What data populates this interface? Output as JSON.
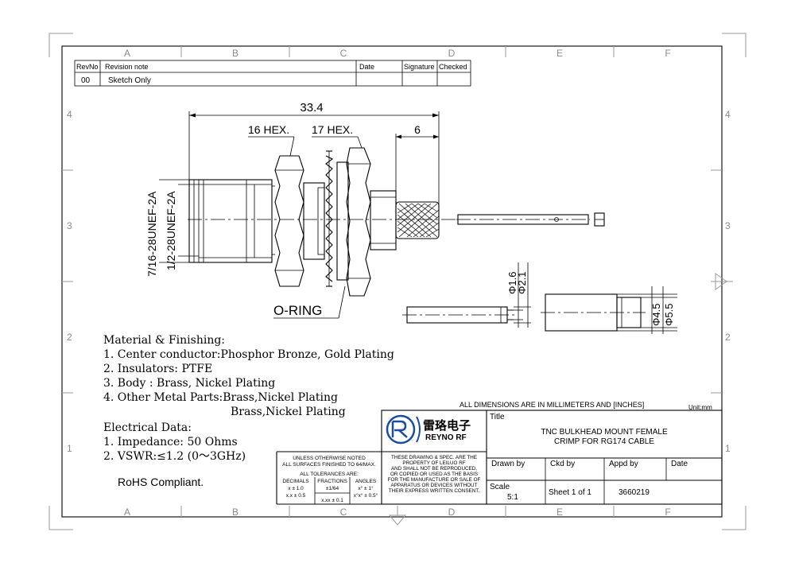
{
  "grid": {
    "columns": [
      "A",
      "B",
      "C",
      "D",
      "E",
      "F"
    ],
    "rows": [
      "4",
      "3",
      "2",
      "1"
    ]
  },
  "revision_table": {
    "headers": [
      "RevNo",
      "Revision note",
      "Date",
      "Signature",
      "Checked"
    ],
    "rows": [
      {
        "rev": "00",
        "note": "Sketch Only",
        "date": "",
        "signature": "",
        "checked": ""
      }
    ]
  },
  "dimensions": {
    "overall_length": "33.4",
    "hex_16": "16 HEX.",
    "hex_17": "17 HEX.",
    "crimp_length": "6",
    "thread_outer": "7/16-28UNEF-2A",
    "thread_inner": "1/2-28UNEF-2A",
    "oring": "O-RING",
    "pin_d1": "Φ1.6",
    "pin_d2": "Φ2.1",
    "ferrule_d1": "Φ4.5",
    "ferrule_d2": "Φ5.5"
  },
  "materials": {
    "heading": "Material & Finishing:",
    "items": [
      "1. Center conductor:Phosphor Bronze, Gold Plating",
      "2. Insulators: PTFE",
      "3. Body : Brass, Nickel Plating",
      "4. Other Metal Parts:Brass,Nickel Plating"
    ],
    "continuation": "Brass,Nickel Plating"
  },
  "electrical": {
    "heading": "Electrical Data:",
    "items": [
      "1. Impedance: 50 Ohms",
      "2. VSWR:≤1.2 (0～3GHz)"
    ]
  },
  "rohs": "RoHS Compliant.",
  "title_block": {
    "units_note": "ALL DIMENSIONS ARE IN MILLIMETERS AND [INCHES]",
    "unit_label": "Unit:mm",
    "company_cn": "雷珞电子",
    "company_en": "REYNO RF",
    "title_label": "Title",
    "title_line1": "TNC BULKHEAD MOUNT FEMALE",
    "title_line2": "CRIMP FOR RG174 CABLE",
    "tolerance_lines": [
      "UNLESS OTHERWISE NOTED",
      "ALL SURFACES FINISHED TO 64/MAX.",
      "ALL TOLERANCES ARE:"
    ],
    "tol_headers": [
      "DECIMALS",
      "FRACTIONS",
      "ANGLES"
    ],
    "tol_decimals": [
      "x ± 1.0",
      "x.x ± 0.5"
    ],
    "tol_fraction": "±1/64",
    "tol_xxx": "x.xx ± 0.1",
    "tol_angles": [
      "x° ± 1°",
      "x°x° ± 0.5°"
    ],
    "property_lines": [
      "THESE DRAWING & SPEC. ARE THE",
      "PROPERTY OF LEILUO RF",
      "AND SHALL NOT BE REPRODUCED,",
      "OR COPIED OR USED AS THE BASIS",
      "FOR THE MANUFACTURE OR SALE OF",
      "APPARATUS OR DEVICES WITHOUT",
      "THEIR EXPRESS WRITTEN CONSENT."
    ],
    "drawn_by": "Drawn by",
    "ckd_by": "Ckd by",
    "appd_by": "Appd by",
    "date": "Date",
    "scale_label": "Scale",
    "scale_value": "5:1",
    "sheet": "Sheet 1 of 1",
    "part_no": "3660219"
  }
}
